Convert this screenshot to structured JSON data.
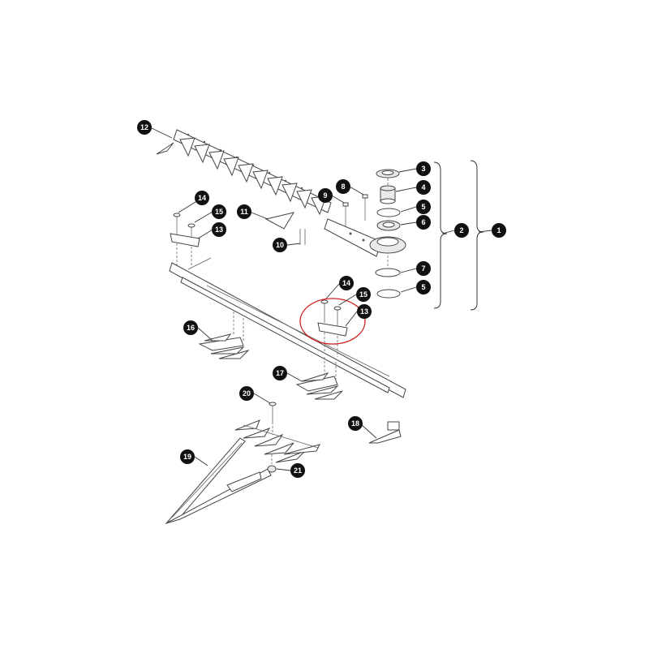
{
  "diagram": {
    "callouts": [
      {
        "id": "c12",
        "label": "12"
      },
      {
        "id": "c3",
        "label": "3"
      },
      {
        "id": "c8",
        "label": "8"
      },
      {
        "id": "c4",
        "label": "4"
      },
      {
        "id": "c9",
        "label": "9"
      },
      {
        "id": "c5a",
        "label": "5"
      },
      {
        "id": "c14a",
        "label": "14"
      },
      {
        "id": "c11",
        "label": "11"
      },
      {
        "id": "c6",
        "label": "6"
      },
      {
        "id": "c15a",
        "label": "15"
      },
      {
        "id": "c2",
        "label": "2"
      },
      {
        "id": "c1",
        "label": "1"
      },
      {
        "id": "c13a",
        "label": "13"
      },
      {
        "id": "c10",
        "label": "10"
      },
      {
        "id": "c7",
        "label": "7"
      },
      {
        "id": "c14b",
        "label": "14"
      },
      {
        "id": "c5b",
        "label": "5"
      },
      {
        "id": "c15b",
        "label": "15"
      },
      {
        "id": "c13b",
        "label": "13"
      },
      {
        "id": "c16",
        "label": "16"
      },
      {
        "id": "c17",
        "label": "17"
      },
      {
        "id": "c20",
        "label": "20"
      },
      {
        "id": "c18",
        "label": "18"
      },
      {
        "id": "c19",
        "label": "19"
      },
      {
        "id": "c21",
        "label": "21"
      }
    ],
    "highlight_color": "#d32020"
  }
}
